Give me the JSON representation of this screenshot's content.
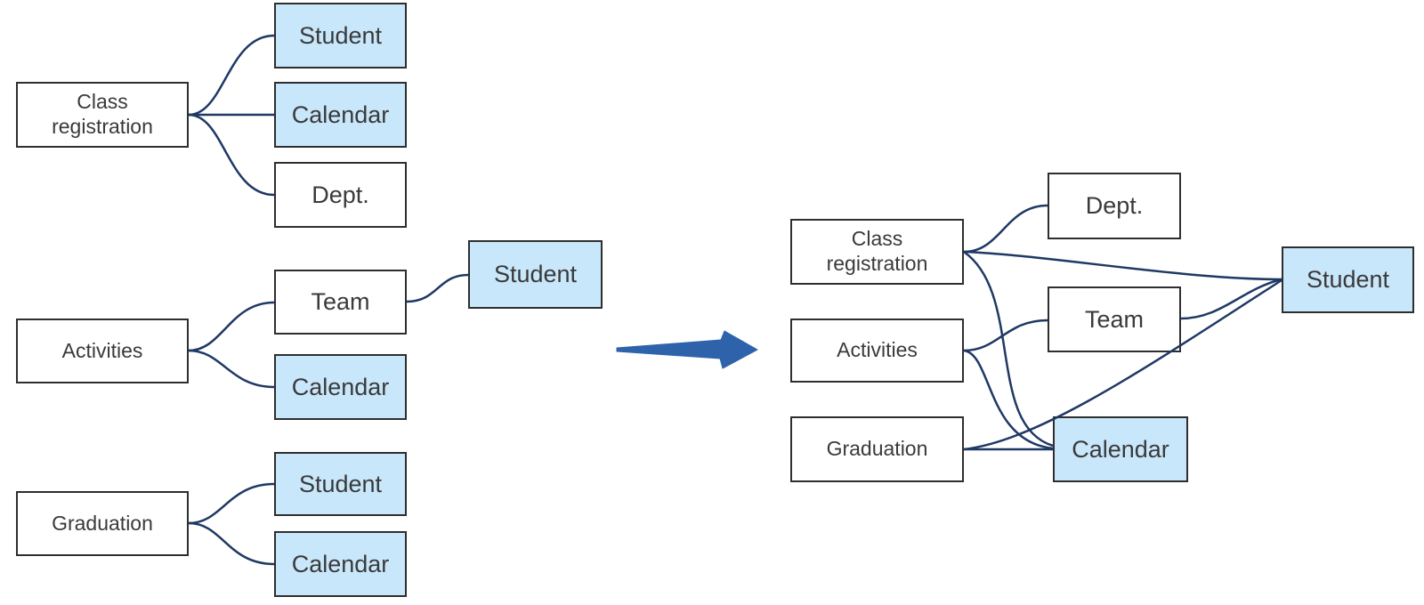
{
  "colors": {
    "node_fill": "#ffffff",
    "node_highlight_fill": "#c9e7fb",
    "node_border": "#2e2e2e",
    "connector": "#1f3864",
    "arrow": "#2e63ac",
    "text": "#3a3a3a"
  },
  "left_diagram": {
    "tree_class_registration": {
      "parent": {
        "label": "Class registration",
        "highlighted": false
      },
      "children": [
        {
          "label": "Student",
          "highlighted": true
        },
        {
          "label": "Calendar",
          "highlighted": true
        },
        {
          "label": "Dept.",
          "highlighted": false
        }
      ]
    },
    "tree_activities": {
      "parent": {
        "label": "Activities",
        "highlighted": false
      },
      "children": [
        {
          "label": "Team",
          "highlighted": false
        },
        {
          "label": "Calendar",
          "highlighted": true
        }
      ],
      "team_child": {
        "label": "Student",
        "highlighted": true
      }
    },
    "tree_graduation": {
      "parent": {
        "label": "Graduation",
        "highlighted": false
      },
      "children": [
        {
          "label": "Student",
          "highlighted": true
        },
        {
          "label": "Calendar",
          "highlighted": true
        }
      ]
    }
  },
  "right_diagram": {
    "nodes": {
      "class_registration": {
        "label": "Class registration",
        "highlighted": false
      },
      "activities": {
        "label": "Activities",
        "highlighted": false
      },
      "graduation": {
        "label": "Graduation",
        "highlighted": false
      },
      "dept": {
        "label": "Dept.",
        "highlighted": false
      },
      "team": {
        "label": "Team",
        "highlighted": false
      },
      "calendar": {
        "label": "Calendar",
        "highlighted": true
      },
      "student": {
        "label": "Student",
        "highlighted": true
      }
    },
    "edges": [
      "class_registration->dept",
      "class_registration->student",
      "class_registration->calendar",
      "activities->team",
      "activities->calendar",
      "team->student",
      "graduation->calendar",
      "graduation->student"
    ]
  }
}
